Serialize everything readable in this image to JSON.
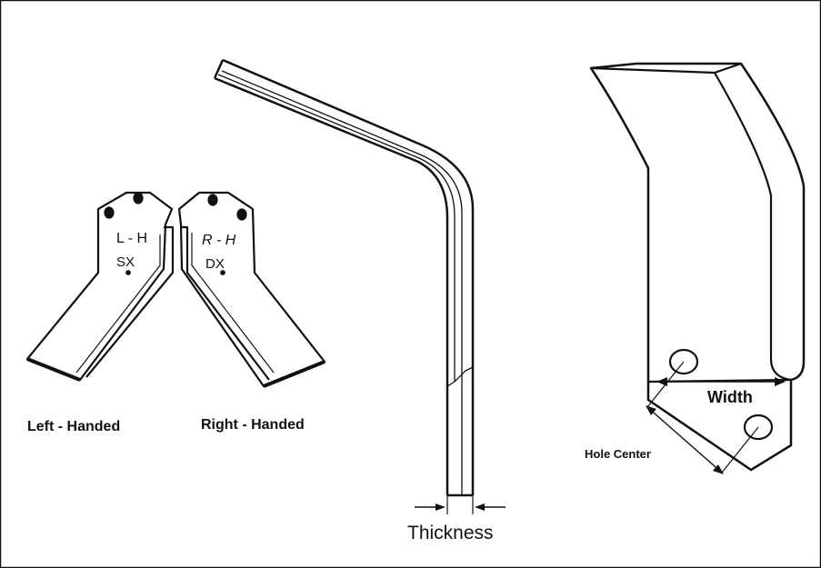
{
  "left_blade": {
    "stamp": "L - H",
    "code": "SX",
    "caption": "Left - Handed"
  },
  "right_blade": {
    "stamp": "R - H",
    "code": "DX",
    "caption": "Right - Handed"
  },
  "side_view": {
    "dimension_label": "Thickness"
  },
  "front_view": {
    "width_label": "Width",
    "hole_center_label": "Hole Center"
  },
  "colors": {
    "line": "#111111",
    "background": "#ffffff"
  }
}
